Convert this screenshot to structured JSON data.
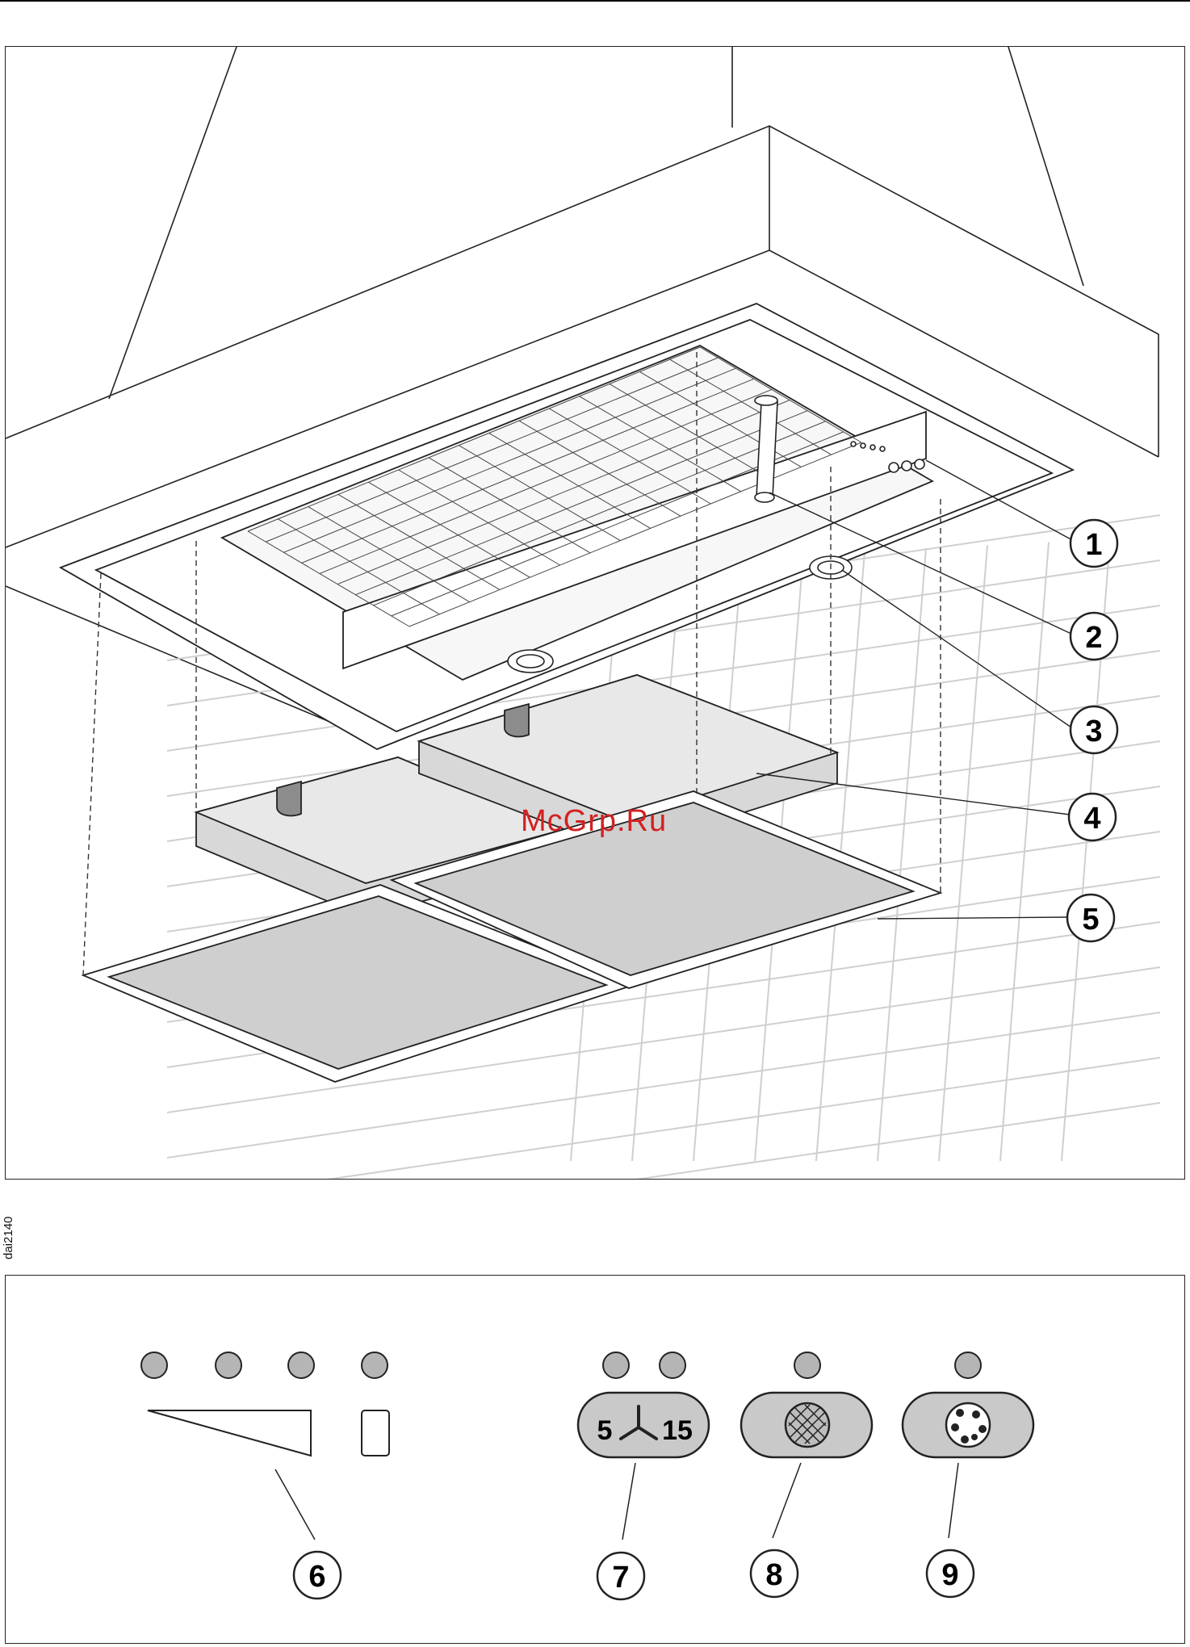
{
  "diagram_code": "dai2140",
  "watermark": "McGrp.Ru",
  "callouts_top": [
    {
      "num": "1"
    },
    {
      "num": "2"
    },
    {
      "num": "3"
    },
    {
      "num": "4"
    },
    {
      "num": "5"
    }
  ],
  "callouts_bottom": [
    {
      "num": "6"
    },
    {
      "num": "7"
    },
    {
      "num": "8"
    },
    {
      "num": "9"
    }
  ],
  "controls": {
    "timer_left": "5",
    "timer_right": "15"
  },
  "colors": {
    "stroke": "#222222",
    "led_fill": "#b5b5b5",
    "button_fill": "#c9c9c9",
    "filter_fill": "#d8d8d8",
    "watermark": "#d42020"
  }
}
